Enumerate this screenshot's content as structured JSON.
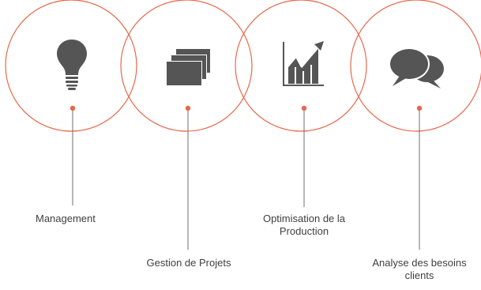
{
  "diagram": {
    "accent_color": "#e8674a",
    "icon_color": "#555555",
    "line_color": "#6f6f6f",
    "items": [
      {
        "icon": "lightbulb-icon",
        "label_lines": [
          "Management"
        ]
      },
      {
        "icon": "stacked-windows-icon",
        "label_lines": [
          "Gestion de Projets"
        ]
      },
      {
        "icon": "growth-chart-icon",
        "label_lines": [
          "Optimisation de la",
          "Production"
        ]
      },
      {
        "icon": "speech-bubbles-icon",
        "label_lines": [
          "Analyse des besoins",
          "clients"
        ]
      }
    ]
  }
}
